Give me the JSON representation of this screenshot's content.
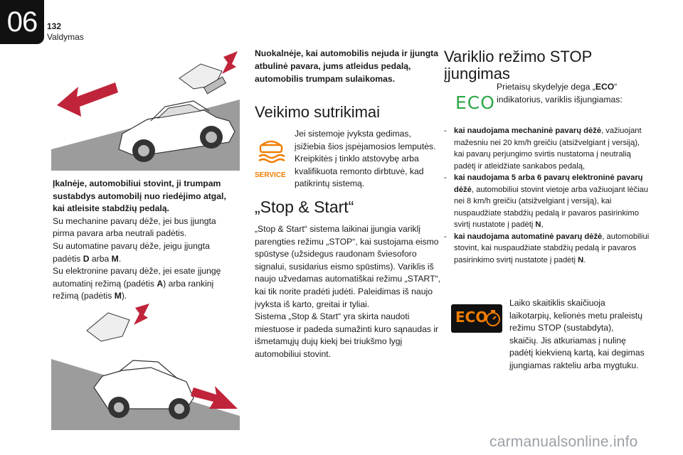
{
  "header": {
    "chapter": "06",
    "page_number": "132",
    "section": "Valdymas"
  },
  "left": {
    "uphill_heading": "Įkalnėje, automobiliui stovint, ji trumpam sustabdys automobilį nuo riedėjimo atgal, kai atleisite stabdžių pedalą.",
    "manual_text": "Su mechanine pavarų dėže, jei bus įjungta pirma pavara arba neutrali padėtis.",
    "auto_text_pre": "Su automatine pavarų dėže, jeigu įjungta padėtis ",
    "auto_d": "D",
    "auto_arba": " arba ",
    "auto_m": "M",
    "auto_end": ".",
    "etg_text_pre": "Su elektronine pavarų dėže, jei esate įjungę automatinį režimą (padėtis ",
    "etg_a": "A",
    "etg_mid": ") arba rankinį režimą (padėtis ",
    "etg_m": "M",
    "etg_end": ")."
  },
  "middle": {
    "downhill_heading": "Nuokalnėje, kai automobilis nejuda ir įjungta atbulinė pavara, jums atleidus pedalą, automobilis trumpam sulaikomas.",
    "malfunction_title": "Veikimo sutrikimai",
    "service_label": "SERVICE",
    "malfunction_text": "Jei sistemoje įvyksta gedimas, įsižiebia šios įspėjamosios lemputės. Kreipkitės į tinklo atstovybę arba kvalifikuota remonto dirbtuvė, kad patikrintų sistemą.",
    "stop_start_title": "„Stop & Start“",
    "stop_start_text": "„Stop & Start“ sistema laikinai įjungia variklį parengties režimu „STOP“, kai sustojama eismo spūstyse (užsidegus raudonam šviesoforo signalui, susidarius eismo spūstims). Variklis iš naujo užvedamas automatiškai režimu „START“, kai tik norite pradėti judėti. Paleidimas iš naujo įvyksta iš karto, greitai ir tyliai.\nSistema „Stop & Start“ yra skirta naudoti miestuose ir padeda sumažinti kuro sąnaudas ir išmetamųjų dujų kiekį bei triukšmo lygį automobiliui stovint."
  },
  "right": {
    "title_line1": "Variklio režimo STOP",
    "title_line2": "įjungimas",
    "eco_icon_text": "ECO",
    "eco_text_pre": "Prietaisų skydelyje dega „",
    "eco_text_bold": "ECO",
    "eco_text_post": "“ indikatorius, variklis išjungiamas:",
    "bullet1_bold": "kai naudojama mechaninė pavarų dėžė",
    "bullet1_text": ", važiuojant mažesniu nei 20 km/h greičiu (atsižvelgiant į versiją), kai pavarų perjungimo svirtis nustatoma į neutralią padėtį ir atleidžiate sankabos pedalą,",
    "bullet2_bold": "kai naudojama 5 arba 6 pavarų elektroninė pavarų dėžė",
    "bullet2_text": ", automobiliui stovint vietoje arba važiuojant lėčiau nei 8 km/h greičiu (atsižvelgiant į versiją), kai nuspaudžiate stabdžių pedalą ir pavaros pasirinkimo svirtį nustatote į padėtį ",
    "bullet2_n": "N",
    "bullet2_end": ",",
    "bullet3_bold": "kai naudojama automatinė pavarų dėžė",
    "bullet3_text": ", automobiliui stovint, kai nuspaudžiate stabdžių pedalą ir pavaros pasirinkimo svirtį nustatote į padėtį ",
    "bullet3_n": "N",
    "bullet3_end": ".",
    "dash": "-",
    "counter_text": "Laiko skaitiklis skaičiuoja laikotarpių, kelionės metu praleistų režimu STOP (sustabdyta), skaičių. Jis atkuriamas į nulinę padėtį kiekvieną kartą, kai degimas įjungiamas rakteliu arba mygtuku."
  },
  "watermark": "carmanualsonline.info",
  "colors": {
    "accent_red": "#c0243a",
    "eco_green": "#2ea84a",
    "warning_orange": "#f07c00",
    "slope_gray": "#9c9c9c"
  }
}
